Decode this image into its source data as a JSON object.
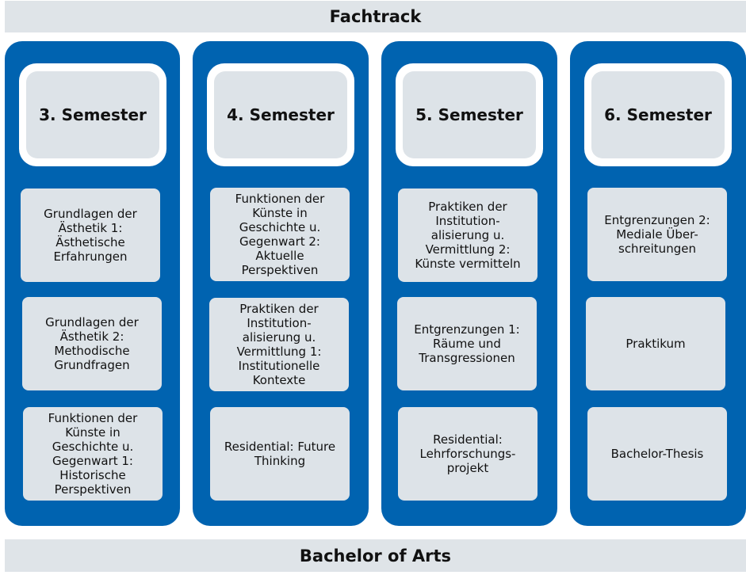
{
  "header": {
    "title": "Fachtrack"
  },
  "footer": {
    "title": "Bachelor of Arts"
  },
  "columns": [
    {
      "semester": "3. Semester",
      "courses": [
        "Grundlagen der\nÄsthetik 1:\nÄsthetische\nErfahrungen",
        "Grundlagen der\nÄsthetik 2:\nMethodische\nGrundfragen",
        "Funktionen der\nKünste in\nGeschichte u.\nGegenwart 1:\nHistorische\nPerspektiven"
      ]
    },
    {
      "semester": "4. Semester",
      "courses": [
        "Funktionen der\nKünste in\nGeschichte u.\nGegenwart 2:\nAktuelle\nPerspektiven",
        "Praktiken der\nInstitution-\nalisierung u.\nVermittlung 1:\nInstitutionelle\nKontexte",
        "Residential: Future\nThinking"
      ]
    },
    {
      "semester": "5. Semester",
      "courses": [
        "Praktiken der\nInstitution-\nalisierung u.\nVermittlung 2:\nKünste vermitteln",
        "Entgrenzungen 1:\nRäume und\nTransgressionen",
        "Residential:\nLehrforschungs-\nprojekt"
      ]
    },
    {
      "semester": "6. Semester",
      "courses": [
        "Entgrenzungen 2:\nMediale Über-\nschreitungen",
        "Praktikum",
        "Bachelor-Thesis"
      ]
    }
  ],
  "colors": {
    "column_blue": "#0063b0",
    "box_gray": "#dde3e8",
    "bar_gray": "#dfe4e8"
  }
}
